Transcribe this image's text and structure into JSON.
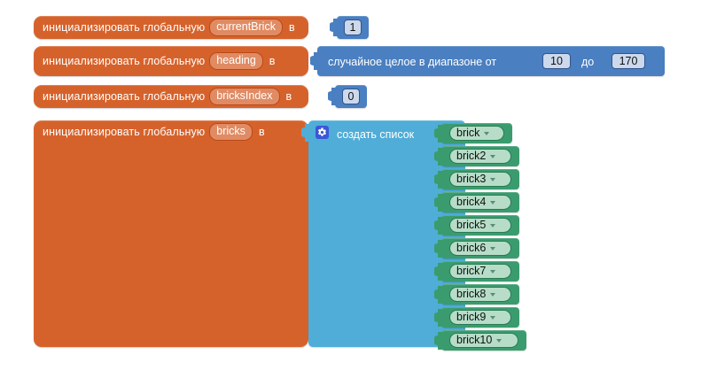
{
  "workspace": {
    "background_color": "#ffffff",
    "label": "blocks-workspace"
  },
  "palette": {
    "variable_block": "#d6622b",
    "variable_pill": "#e08b63",
    "math_block": "#4a7fc1",
    "math_field": "#ccd9ec",
    "list_block": "#4fadd8",
    "mutator": "#3b57d8",
    "get_block": "#3a9c6e",
    "get_field": "#b7ddc8"
  },
  "strings": {
    "initialize_global": "инициализировать глобальную",
    "to": "в",
    "random_integer_from": "случайное целое в диапазоне от",
    "random_integer_to": "до",
    "make_a_list": "создать список",
    "mutator_icon": "gear-icon",
    "dropdown_icon": "chevron-down-icon"
  },
  "blocks": [
    {
      "id": "init-currentbrick",
      "kind": "initialize-global",
      "variable": "currentBrick",
      "value_kind": "number",
      "value": "1"
    },
    {
      "id": "init-heading",
      "kind": "initialize-global",
      "variable": "heading",
      "value_kind": "random-integer",
      "from": "10",
      "to": "170"
    },
    {
      "id": "init-bricksindex",
      "kind": "initialize-global",
      "variable": "bricksIndex",
      "value_kind": "number",
      "value": "0"
    },
    {
      "id": "init-bricks",
      "kind": "initialize-global",
      "variable": "bricks",
      "value_kind": "make-a-list"
    }
  ],
  "list_items": [
    {
      "name": "brick",
      "width": 80
    },
    {
      "name": "brick2",
      "width": 88
    },
    {
      "name": "brick3",
      "width": 88
    },
    {
      "name": "brick4",
      "width": 88
    },
    {
      "name": "brick5",
      "width": 88
    },
    {
      "name": "brick6",
      "width": 88
    },
    {
      "name": "brick7",
      "width": 88
    },
    {
      "name": "brick8",
      "width": 88
    },
    {
      "name": "brick9",
      "width": 88
    },
    {
      "name": "brick10",
      "width": 96
    }
  ]
}
